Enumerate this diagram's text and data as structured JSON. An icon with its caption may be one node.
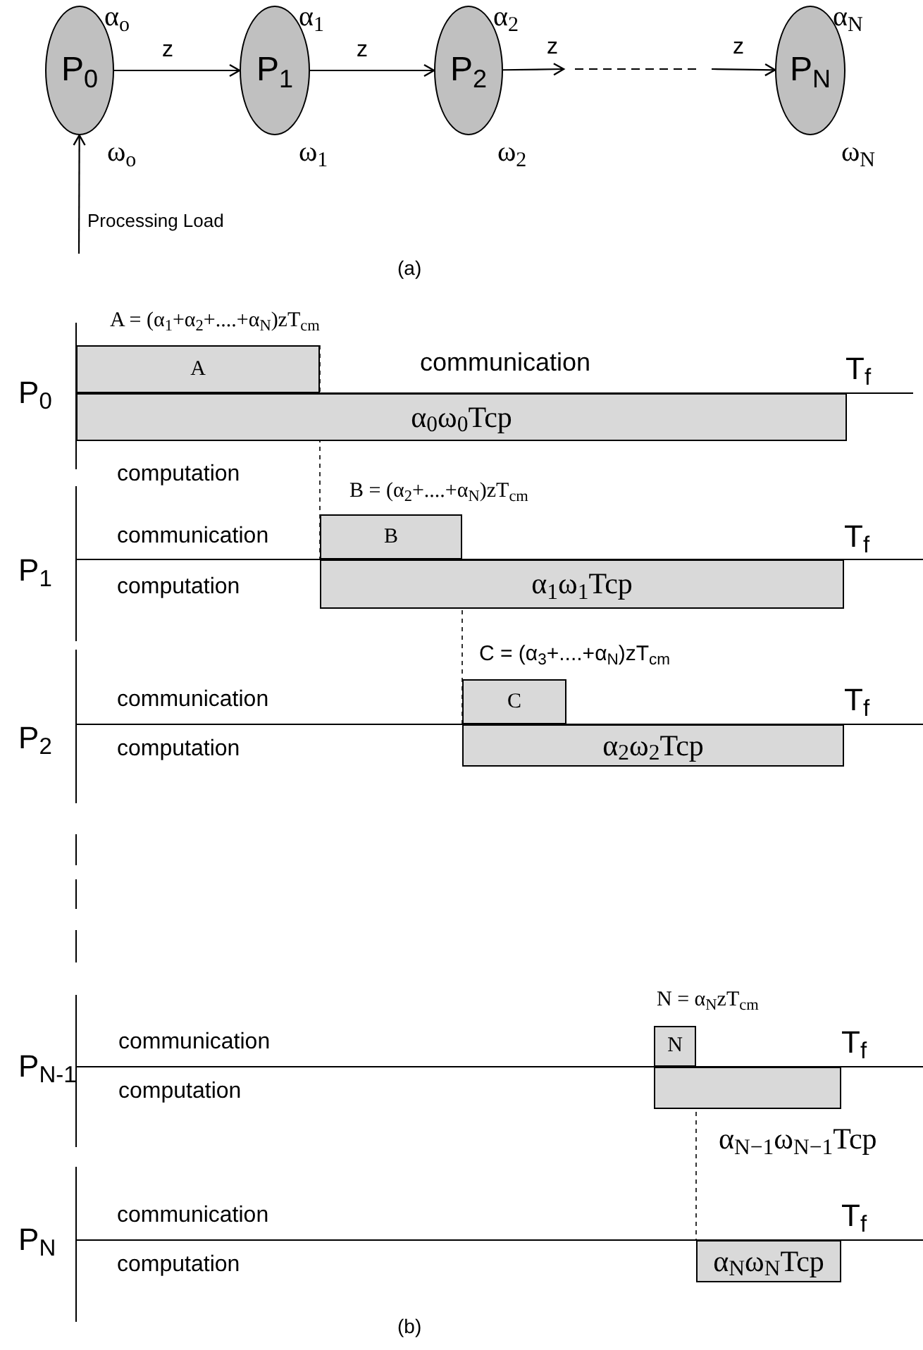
{
  "diagram": {
    "nodes": [
      {
        "text": [
          "P$_{0}$"
        ],
        "beside": [
          "α$_{o}$",
          "ω$_{o}$"
        ]
      },
      {
        "text": [
          "P$_{1}$"
        ],
        "beside": [
          "α$_{1}$",
          "ω$_{1}$"
        ]
      },
      {
        "text": [
          "P$_{2}$"
        ],
        "beside": [
          "α$_{2}$",
          "ω$_{2}$"
        ]
      },
      {
        "text": [
          "P$_{N}$"
        ],
        "beside": [
          "α$_{N}$",
          "ω$_{N}$"
        ]
      },
      {
        "text": [
          "A"
        ]
      },
      {
        "text": [
          "α$_{0}$ω$_{0}$Tcp"
        ]
      },
      {
        "text": [
          "B"
        ]
      },
      {
        "text": [
          "α$_{1}$ω$_{1}$Tcp"
        ]
      },
      {
        "text": [
          "C"
        ]
      },
      {
        "text": [
          "α$_{2}$ω$_{2}$Tcp"
        ]
      },
      {
        "text": [
          "N"
        ]
      },
      {
        "text": [],
        "shape": "bar",
        "beside": [
          "α$_{N−1}$ω$_{N−1}$Tcp"
        ]
      },
      {
        "text": [
          "α$_{N}$ω$_{N}$Tcp"
        ]
      }
    ],
    "edges": [
      {
        "from": 0,
        "to": 1,
        "arrow": "to",
        "label": "z"
      },
      {
        "from": 1,
        "to": 2,
        "arrow": "to",
        "label": "z"
      },
      {
        "from": 2,
        "to": null,
        "arrow": "to",
        "label": "z"
      },
      {
        "from": null,
        "to": 3,
        "arrow": "to",
        "label": "z"
      },
      {
        "from": null,
        "to": 0,
        "arrow": "to",
        "label": "Processing Load"
      }
    ],
    "labels": [
      "(a)",
      "A = (α$_{1}$+α$_{2}$+....+α$_{N}$)zT$_{cm}$",
      "P$_{0}$",
      "communication",
      "T$_{f}$",
      "computation",
      "B = (α$_{2}$+....+α$_{N}$)zT$_{cm}$",
      "communication",
      "T$_{f}$",
      "P$_{1}$",
      "computation",
      "C = (α$_{3}$+....+α$_{N}$)zT$_{cm}$",
      "communication",
      "T$_{f}$",
      "P$_{2}$",
      "computation",
      "N = α$_{N}$zT$_{cm}$",
      "communication",
      "T$_{f}$",
      "P$_{N-1}$",
      "computation",
      "communication",
      "T$_{f}$",
      "P$_{N}$",
      "computation",
      "(b)"
    ]
  }
}
